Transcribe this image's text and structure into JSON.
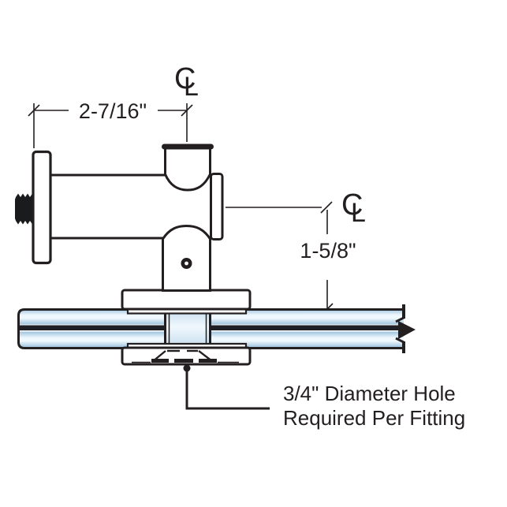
{
  "drawing": {
    "title_hint": "glass standoff fitting section detail",
    "dimension_horizontal": {
      "label": "2-7/16\""
    },
    "dimension_vertical": {
      "label": "1-5/8\""
    },
    "centerline_symbol": {
      "c": "C",
      "l": "L"
    },
    "annotation": {
      "line1": "3/4\" Diameter Hole",
      "line2": "Required Per Fitting"
    },
    "colors": {
      "line": "#231f20",
      "glass_edge": "#9dc2dd",
      "glass_highlight": "#f3fafe",
      "glass_interlayer": "#1e2025",
      "background": "#ffffff"
    }
  }
}
